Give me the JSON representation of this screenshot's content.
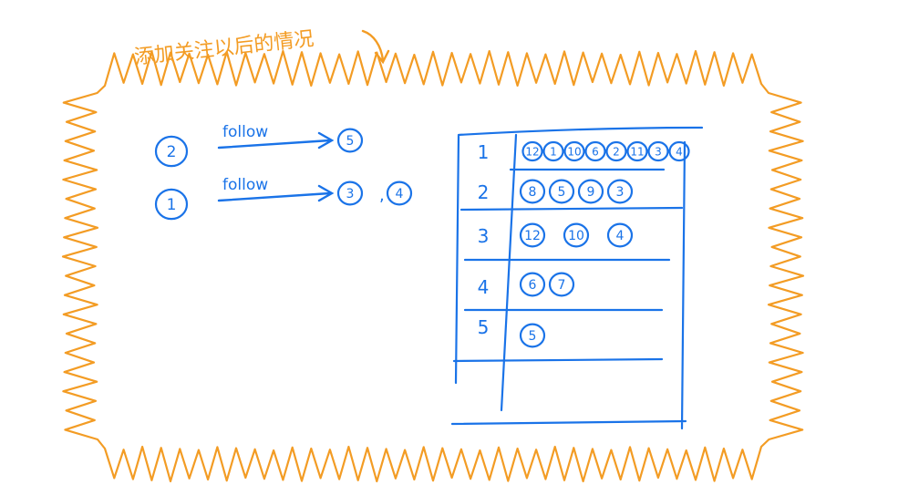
{
  "caption": "添加关注以后的情况",
  "colors": {
    "orange": "#f39c24",
    "blue": "#1a73e8"
  },
  "follows": [
    {
      "from": "2",
      "label": "follow",
      "to": [
        "5"
      ]
    },
    {
      "from": "1",
      "label": "follow",
      "to": [
        "3",
        "4"
      ]
    }
  ],
  "follow_separator": ",",
  "table": {
    "rows": [
      {
        "key": "1",
        "values": [
          "12",
          "1",
          "10",
          "6",
          "2",
          "11",
          "3",
          "4"
        ]
      },
      {
        "key": "2",
        "values": [
          "8",
          "5",
          "9",
          "3"
        ]
      },
      {
        "key": "3",
        "values": [
          "12",
          "10",
          "4"
        ]
      },
      {
        "key": "4",
        "values": [
          "6",
          "7"
        ]
      },
      {
        "key": "5",
        "values": [
          "5"
        ]
      },
      {
        "key": "",
        "values": []
      }
    ]
  }
}
